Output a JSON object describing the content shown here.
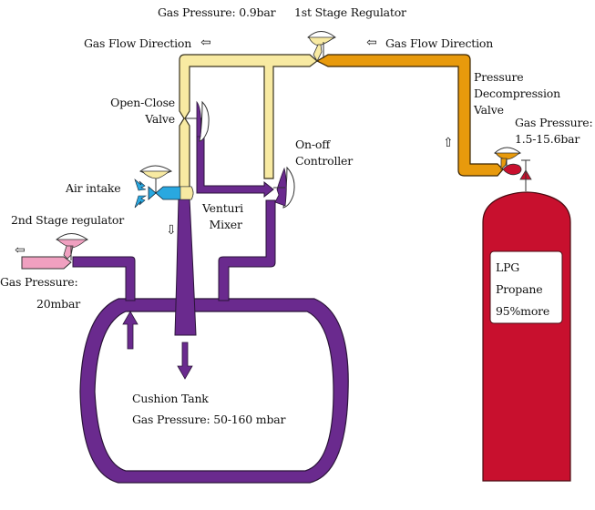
{
  "title": "LPG Gas Supply System Diagram",
  "colors": {
    "high_pressure_pipe": "#E89A0C",
    "mid_pressure_pipe": "#F8EAA2",
    "low_pressure_pipe": "#6A2A8E",
    "outlet_pipe": "#F0A0C0",
    "air_intake": "#29A8E0",
    "cylinder": "#C8102E",
    "outline": "#2a2a2a"
  },
  "labels": {
    "top_pressure": "Gas Pressure: 0.9bar",
    "first_stage_regulator": "1st Stage Regulator",
    "gas_flow_left": "Gas Flow Direction",
    "gas_flow_right": "Gas Flow Direction",
    "pressure_decompression_valve": "Pressure\nDecompression\nValve",
    "cylinder_pressure": "Gas Pressure:\n1.5-15.6bar",
    "open_close_valve": "Open-Close\nValve",
    "on_off_controller": "On-off\nController",
    "air_intake": "Air intake",
    "venturi_mixer": "Venturi\n  Mixer",
    "second_stage_regulator": "2nd Stage regulator",
    "outlet_pressure_label": "Gas Pressure:",
    "outlet_pressure_value": "20mbar",
    "cushion_tank": "Cushion Tank",
    "cushion_tank_pressure": "Gas Pressure: 50-160 mbar",
    "cylinder_line1": "LPG",
    "cylinder_line2": "Propane",
    "cylinder_line3": "95%more"
  },
  "flow_arrows": {
    "left": "⇦",
    "right": "⇦",
    "up": "⇧",
    "down": "⇩"
  }
}
